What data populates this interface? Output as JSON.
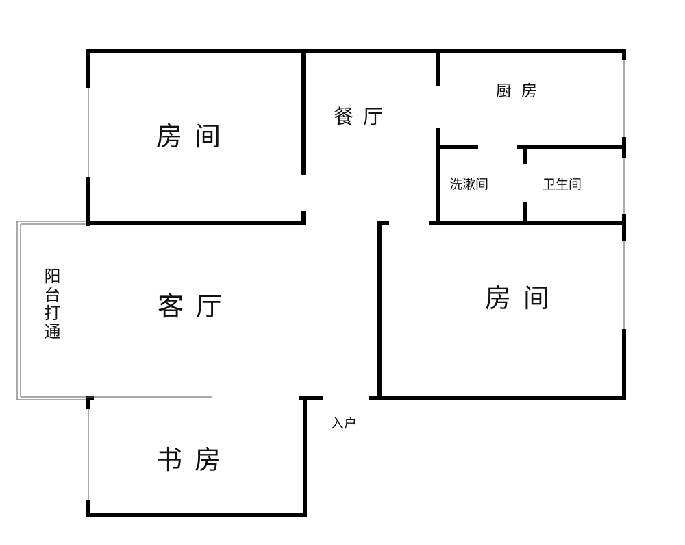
{
  "floor_plan": {
    "rooms": {
      "bedroom_top_left": "房间",
      "dining_room": "餐厅",
      "kitchen": "厨房",
      "washroom": "洗漱间",
      "toilet": "卫生间",
      "living_room": "客厅",
      "bedroom_right": "房间",
      "balcony": "阳台打通",
      "study": "书房"
    },
    "entrance": "入户"
  },
  "colors": {
    "wall": "#000000",
    "window": "#555555",
    "background": "#ffffff",
    "text": "#111111"
  }
}
